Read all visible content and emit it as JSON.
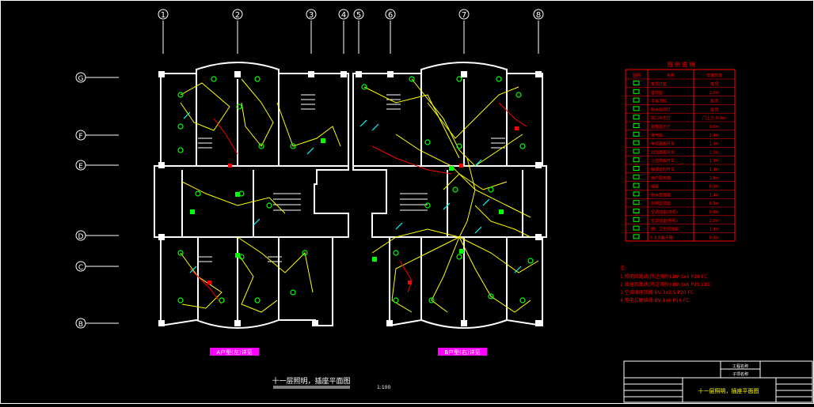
{
  "drawing": {
    "title": "十一层照明，插座平面图",
    "scale": "1:100",
    "unit_label_a": "A户型(左)详见",
    "unit_label_b": "B户型(右)详见"
  },
  "axes_vertical": [
    "1",
    "2",
    "3",
    "4",
    "5",
    "6",
    "7",
    "8"
  ],
  "axes_horizontal": [
    "G",
    "F",
    "E",
    "D",
    "C",
    "B"
  ],
  "legend": {
    "title": "图 例 说 明",
    "headers": [
      "图例",
      "名称",
      "安装高度"
    ],
    "rows": [
      {
        "name": "吸顶灯座",
        "height": "吸顶"
      },
      {
        "name": "壁灯座",
        "height": "2.0m"
      },
      {
        "name": "半吸顶灯",
        "height": "吸顶"
      },
      {
        "name": "防水吸顶灯",
        "height": "吸顶"
      },
      {
        "name": "出口标志灯",
        "height": "门上方 0.3m"
      },
      {
        "name": "疏散指示灯",
        "height": "0.3m"
      },
      {
        "name": "换气扇",
        "height": "2.4m"
      },
      {
        "name": "单控翘板开关",
        "height": "1.3m"
      },
      {
        "name": "双控翘板开关",
        "height": "1.3m"
      },
      {
        "name": "三控翘板开关",
        "height": "1.3m"
      },
      {
        "name": "触摸延时开关",
        "height": "1.3m"
      },
      {
        "name": "用户配电箱",
        "height": "1.8m"
      },
      {
        "name": "插座",
        "height": "0.3m"
      },
      {
        "name": "防水型插座",
        "height": "1.4m"
      },
      {
        "name": "防溅型插座",
        "height": "0.3m"
      },
      {
        "name": "空调插座(挂机)",
        "height": "0.8m"
      },
      {
        "name": "空调插座(柜机)",
        "height": "2.2m"
      },
      {
        "name": "厨、卫生间插座",
        "height": "1.4m"
      },
      {
        "name": "L.E.B端子箱",
        "height": "0.3m"
      }
    ]
  },
  "notes": {
    "title": "注:",
    "lines": [
      "1.照明回路线(除注明外):BV-3x4 P20 FC",
      "2.插座回路线(除注明外):BV-3x6 P25 CEC",
      "3.空调插座回路:BV-3x2.5 P20 FC",
      "4.等电位联结线:BV-1x6 P16 FC"
    ]
  },
  "title_block": {
    "project": "工程名称",
    "sub": "子项名称",
    "drawing_name": "十一层照明，插座平面图"
  },
  "colors": {
    "background": "#000000",
    "walls": "#ffffff",
    "wiring": "#ffff00",
    "fixtures": "#00ff00",
    "cyan": "#00ffff",
    "red": "#ff0000",
    "magenta": "#ff00ff"
  }
}
